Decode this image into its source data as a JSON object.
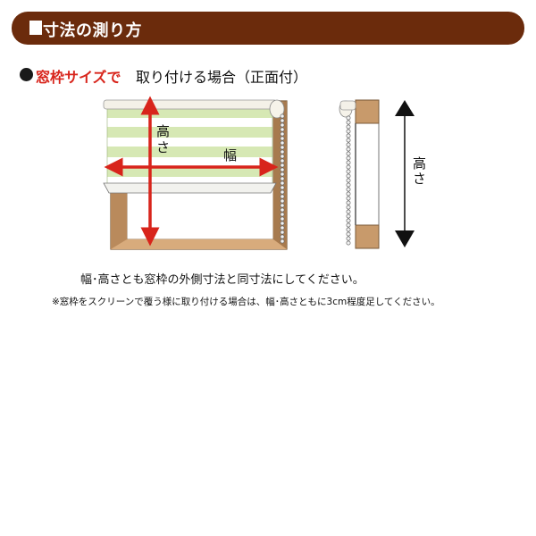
{
  "header": {
    "title": "寸法の測り方"
  },
  "subtitle": {
    "accent": "窓枠サイズで",
    "rest": "取り付ける場合（正面付）"
  },
  "labels": {
    "height_front": "高さ",
    "width_front": "幅",
    "height_side": "高さ"
  },
  "notes": {
    "line1": "幅･高さとも窓枠の外側寸法と同寸法にしてください。",
    "line2": "※窓枠をスクリーンで覆う様に取り付ける場合は、幅･高さともに3cm程度足してください。"
  },
  "colors": {
    "header_bg": "#6b2b0c",
    "accent_red": "#d8241b",
    "frame_wood": "#c89a6b",
    "blind_stripe": "#d6e8b4"
  }
}
